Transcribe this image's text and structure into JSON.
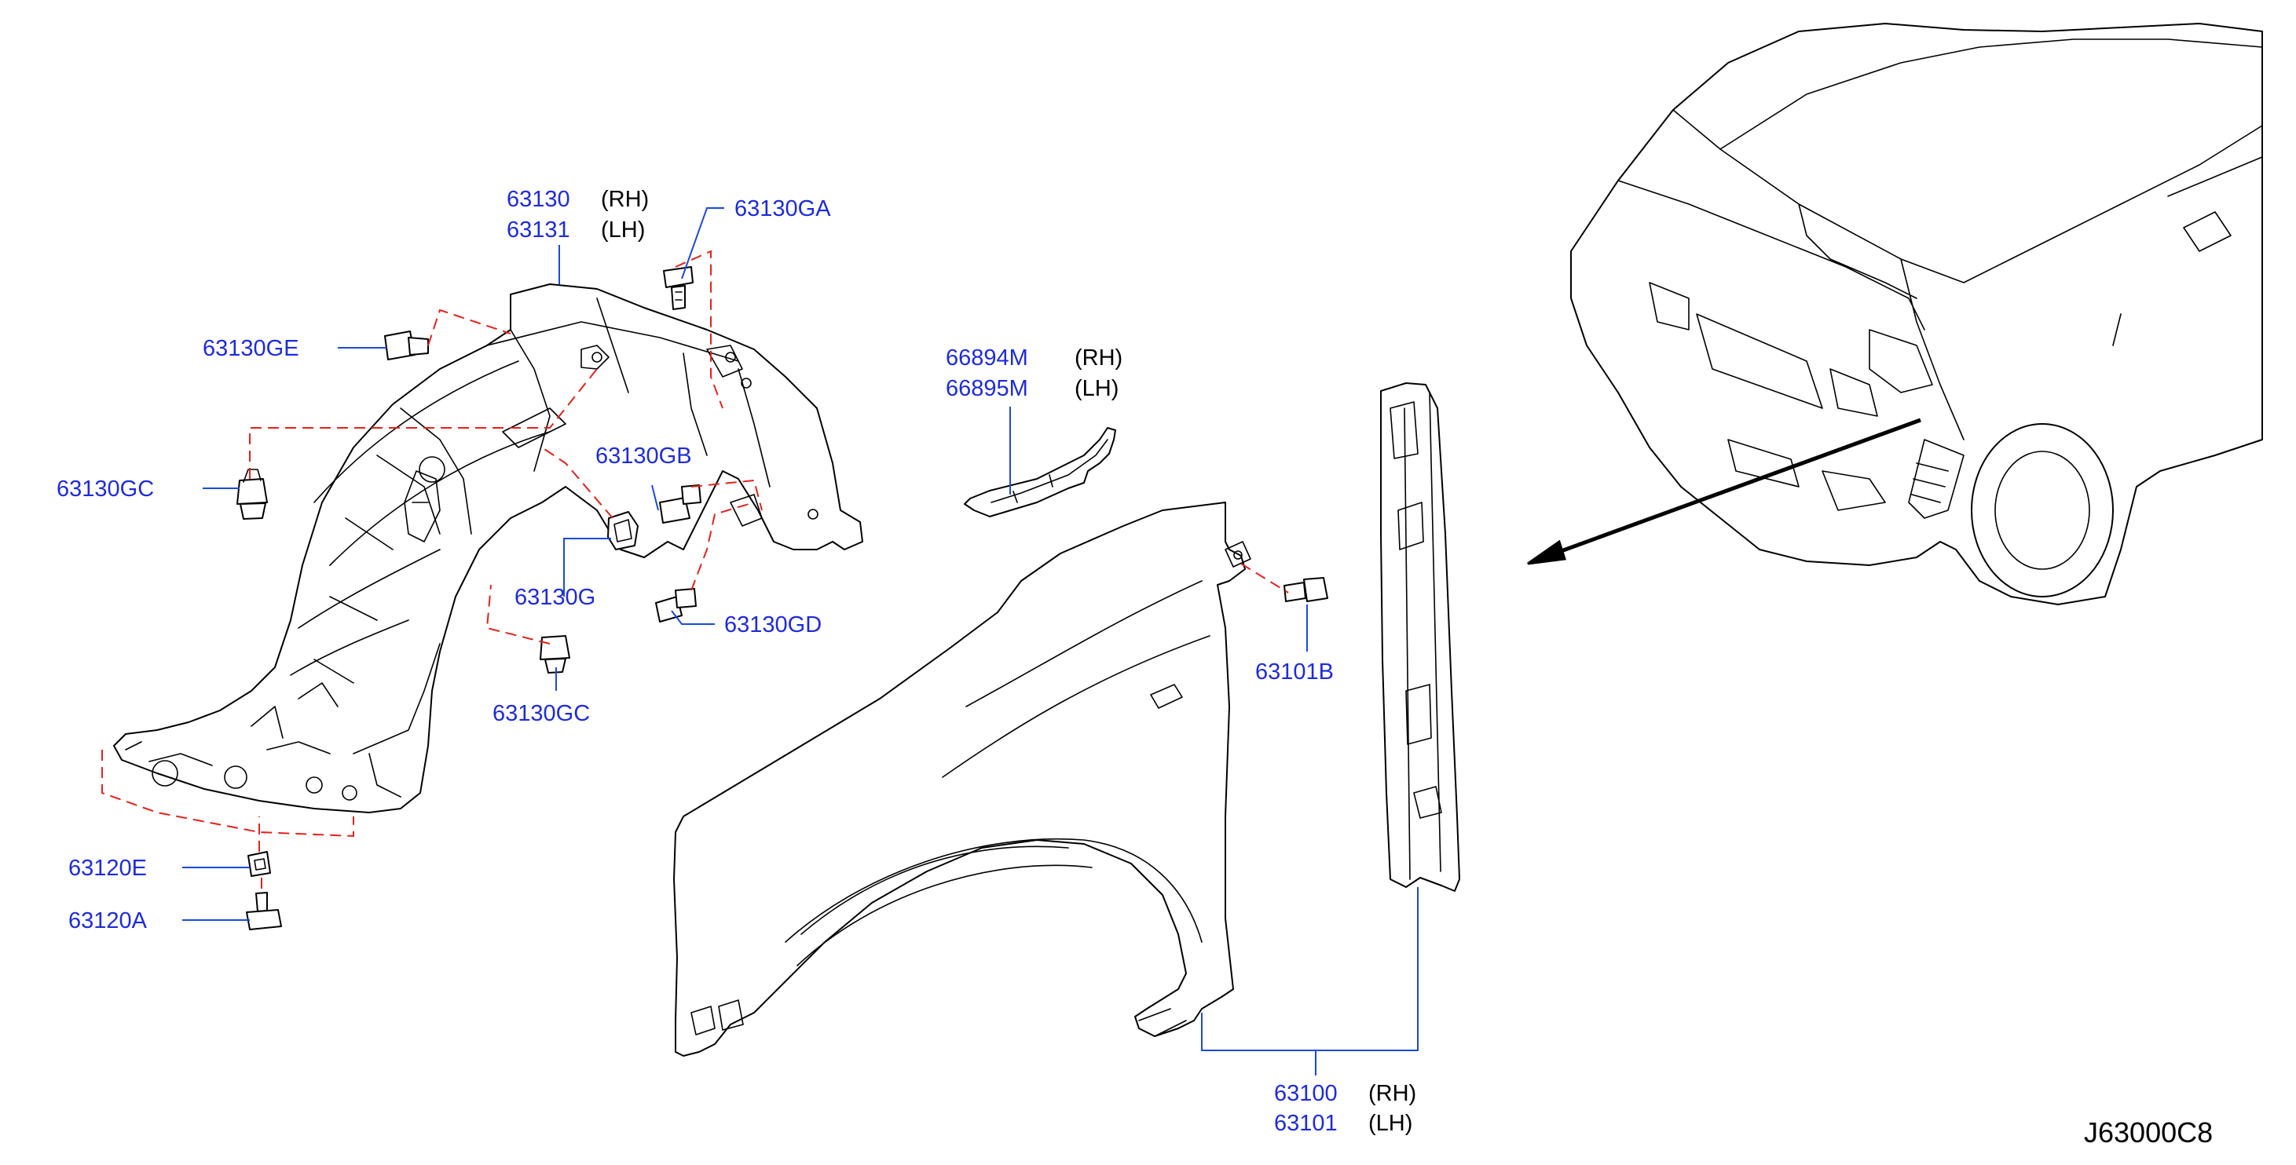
{
  "labels": {
    "p63130": "63130",
    "p63131": "63131",
    "p63130GA": "63130GA",
    "p63130GE": "63130GE",
    "p63130GC_a": "63130GC",
    "p63130GB": "63130GB",
    "p63130G": "63130G",
    "p63130GD": "63130GD",
    "p63130GC_b": "63130GC",
    "p63120E": "63120E",
    "p63120A": "63120A",
    "p66894M": "66894M",
    "p66895M": "66895M",
    "p63101B": "63101B",
    "p63100": "63100",
    "p63101": "63101"
  },
  "sides": {
    "rh": "(RH)",
    "lh": "(LH)"
  },
  "diagram_code": "J63000C8",
  "colors": {
    "part_number": "#1e2bdc",
    "leader_line": "#1a4bd6",
    "dashed_guide": "#e3221b",
    "outline": "#000000"
  }
}
